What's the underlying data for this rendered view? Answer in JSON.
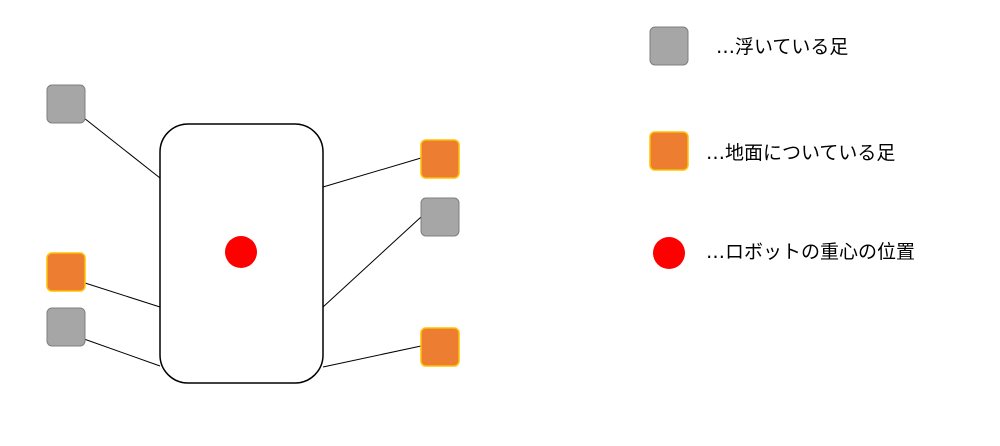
{
  "colors": {
    "floating_fill": "#a6a6a6",
    "floating_stroke": "#7f7f7f",
    "grounded_fill": "#ed7d31",
    "grounded_stroke": "#ffc000",
    "center_of_mass": "#ff0000",
    "body_stroke": "#000000",
    "line": "#000000"
  },
  "legend": {
    "floating_leg": "…浮いている足",
    "grounded_leg": "…地面についている足",
    "center_of_mass": "…ロボットの重心の位置"
  },
  "legs": [
    {
      "id": "left-top",
      "state": "floating"
    },
    {
      "id": "left-middle",
      "state": "grounded"
    },
    {
      "id": "left-bottom",
      "state": "floating"
    },
    {
      "id": "right-top",
      "state": "grounded"
    },
    {
      "id": "right-middle",
      "state": "floating"
    },
    {
      "id": "right-bottom",
      "state": "grounded"
    }
  ]
}
